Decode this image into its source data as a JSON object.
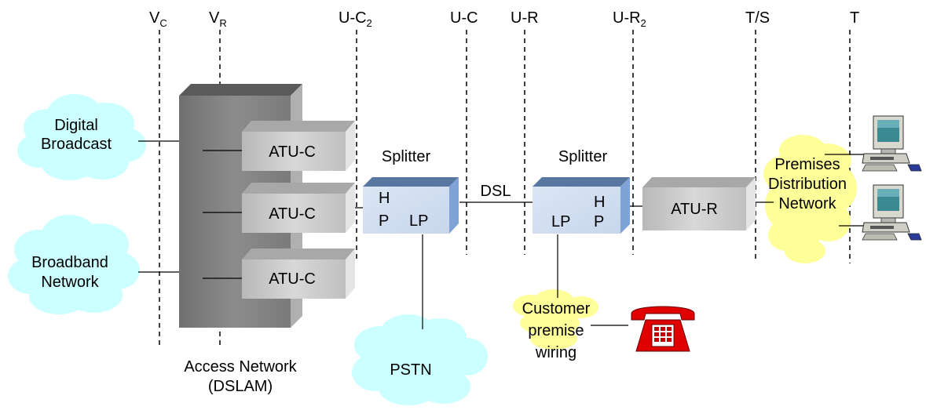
{
  "reference_points": [
    {
      "main": "V",
      "sub": "C"
    },
    {
      "main": "V",
      "sub": "R"
    },
    {
      "main": "U-C",
      "sub": "2"
    },
    {
      "main": "U-C",
      "sub": ""
    },
    {
      "main": "U-R",
      "sub": ""
    },
    {
      "main": "U-R",
      "sub": "2"
    },
    {
      "main": "T/S",
      "sub": ""
    },
    {
      "main": "T",
      "sub": ""
    }
  ],
  "clouds": {
    "digital_broadcast": [
      "Digital",
      "Broadcast"
    ],
    "broadband_network": [
      "Broadband",
      "Network"
    ],
    "pstn": [
      "PSTN"
    ]
  },
  "yellow_areas": {
    "premises_distribution": [
      "Premises",
      "Distribution",
      "Network"
    ],
    "customer_wiring": [
      "Customer",
      "premise",
      "wiring"
    ]
  },
  "dslam": {
    "caption": [
      "Access Network",
      "(DSLAM)"
    ],
    "atu_c_labels": [
      "ATU-C",
      "ATU-C",
      "ATU-C"
    ]
  },
  "splitter_c": {
    "title": "Splitter",
    "hp": [
      "H",
      "P"
    ],
    "lp": "LP"
  },
  "splitter_r": {
    "title": "Splitter",
    "hp": [
      "H",
      "P"
    ],
    "lp": "LP"
  },
  "dsl_label": "DSL",
  "atu_r_label": "ATU-R",
  "colors": {
    "cloud_blue": "#ccffff",
    "area_yellow": "#ffff99",
    "dslam_gray": "#808080",
    "box_gray": "#c8c8c8",
    "splitter_blue": "#6f8fb8",
    "phone_red": "#e00000"
  },
  "icons": [
    "computer-icon",
    "computer-icon",
    "telephone-icon"
  ]
}
